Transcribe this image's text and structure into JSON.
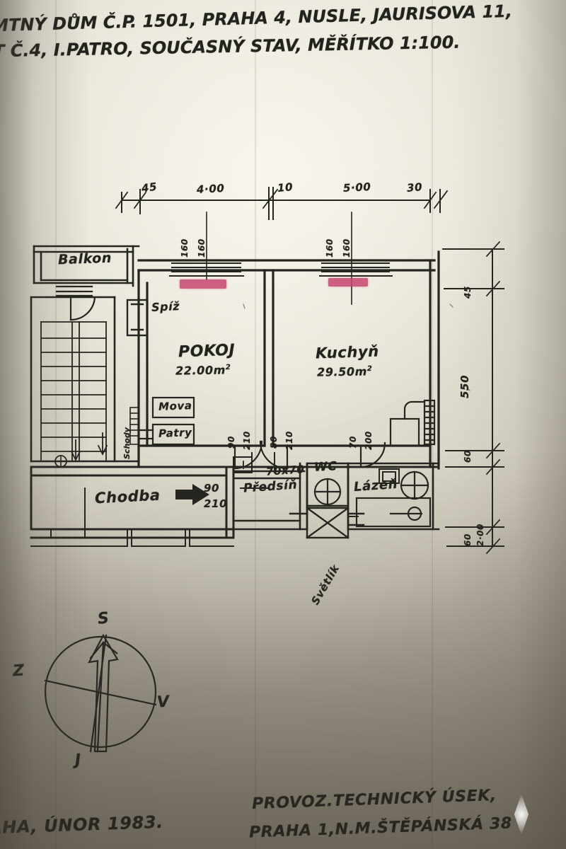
{
  "document": {
    "title_line_1": "MTNÝ DŮM Č.P. 1501, PRAHA 4, NUSLE, JAURISOVA 11,",
    "title_line_2": "T Č.4, I.PATRO,  SOUČASNÝ STAV,  MĚŘÍTKO 1:100.",
    "footer_left": "AHA, ÚNOR 1983.",
    "footer_right_line_1": "PROVOZ.TECHNICKÝ ÚSEK,",
    "footer_right_line_2": "PRAHA 1,N.M.ŠTĚPÁNSKÁ 38"
  },
  "rooms": [
    {
      "name": "Balkon",
      "area": ""
    },
    {
      "name": "Spíž",
      "area": ""
    },
    {
      "name": "POKOJ",
      "area": "22.00m",
      "area_sup": "2"
    },
    {
      "name": "Kuchyň",
      "area": "29.50m",
      "area_sup": "2"
    },
    {
      "name": "Chodba",
      "area": ""
    },
    {
      "name": "Předsíň",
      "area": ""
    },
    {
      "name": "WC",
      "area": ""
    },
    {
      "name": "Lázeň",
      "area": ""
    },
    {
      "name": "Světlík",
      "area": ""
    }
  ],
  "fixtures": [
    {
      "label": "Mova"
    },
    {
      "label": "Patry"
    }
  ],
  "dimensions": {
    "top_chain": [
      "45",
      "4·00",
      "10",
      "5·00",
      "30"
    ],
    "right_chain": [
      "45",
      "550",
      "60",
      "2·00",
      "60"
    ],
    "windows": [
      {
        "upper": "160",
        "lower": "160"
      },
      {
        "upper": "160",
        "lower": "160"
      }
    ],
    "doors": [
      {
        "width": "90",
        "height": "210"
      },
      {
        "width": "80",
        "height": "210"
      },
      {
        "width": "70",
        "height": "200"
      },
      {
        "width": "90",
        "height": "210"
      }
    ],
    "wc_note": "70x70",
    "stair_note": "Schody"
  },
  "compass": {
    "north": "S",
    "west": "Z",
    "east": "V",
    "south": "J"
  },
  "colors": {
    "ink": "#20201c",
    "paper": "#ded9cb",
    "highlight_pink": "#c9456f"
  }
}
